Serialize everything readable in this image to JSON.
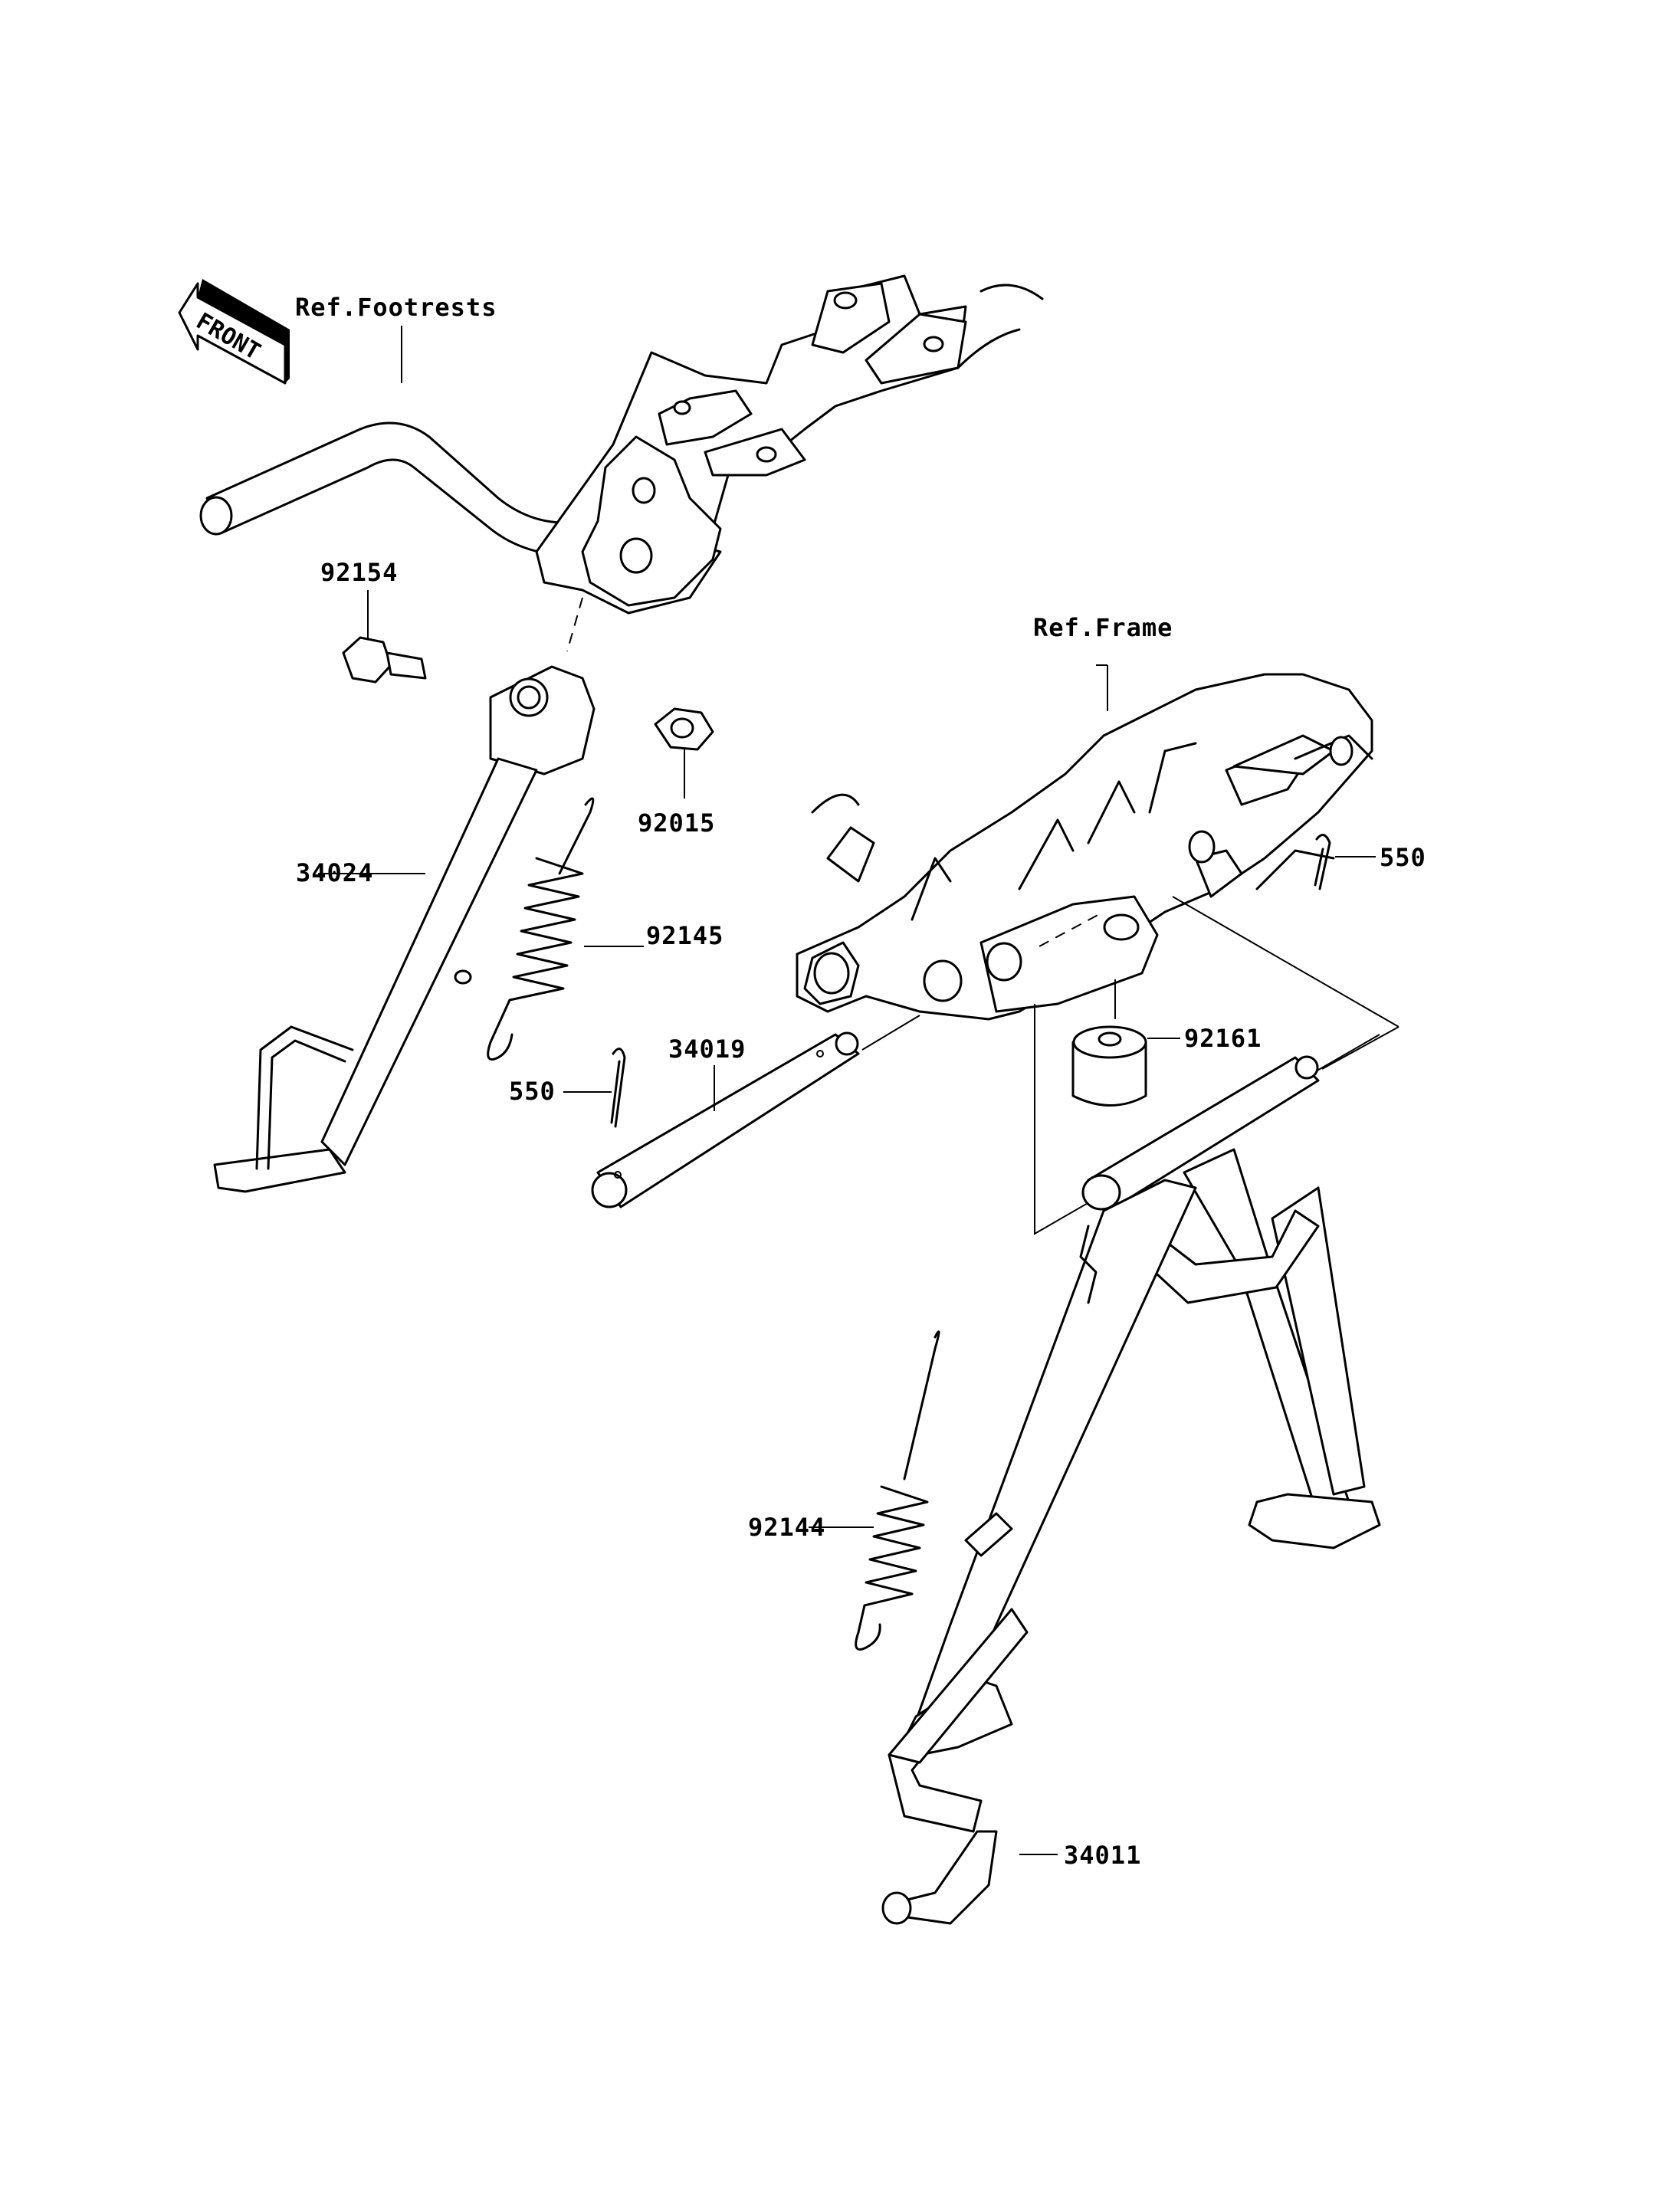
{
  "references": {
    "footrests": "Ref.Footrests",
    "frame": "Ref.Frame"
  },
  "front_indicator": "FRONT",
  "parts": {
    "p92154": "92154",
    "p92015": "92015",
    "p34024": "34024",
    "p92145": "92145",
    "p550_left": "550",
    "p34019": "34019",
    "p550_right": "550",
    "p92161": "92161",
    "p92144": "92144",
    "p34011": "34011"
  }
}
